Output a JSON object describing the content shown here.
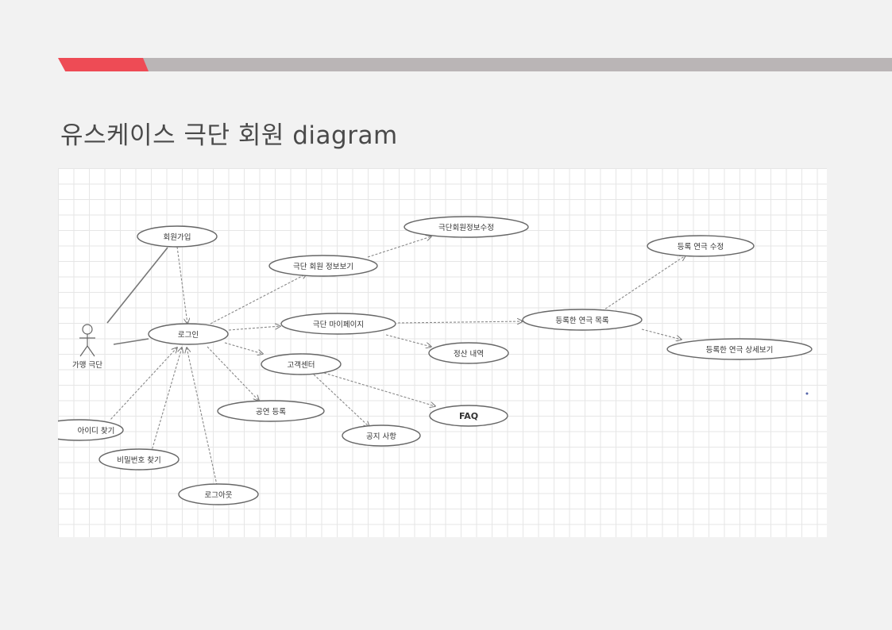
{
  "slide": {
    "title": "유스케이스 극단 회원 diagram"
  },
  "diagram": {
    "actor": {
      "label": "가맹 극단"
    },
    "use_cases": {
      "signup": "회원가입",
      "login": "로그인",
      "view_info": "극단 회원 정보보기",
      "edit_info": "극단회원정보수정",
      "mypage": "극단 마이페이지",
      "settlement": "정산 내역",
      "registered_list": "등록한 연극 목록",
      "edit_play": "등록 연극 수정",
      "view_play": "등록한 연극 상세보기",
      "support": "고객센터",
      "faq": "FAQ",
      "notice": "공지 사항",
      "register_show": "공연 등록",
      "find_id": "아이디 찾기",
      "find_pw": "비밀번호 찾기",
      "logout": "로그아웃"
    }
  }
}
